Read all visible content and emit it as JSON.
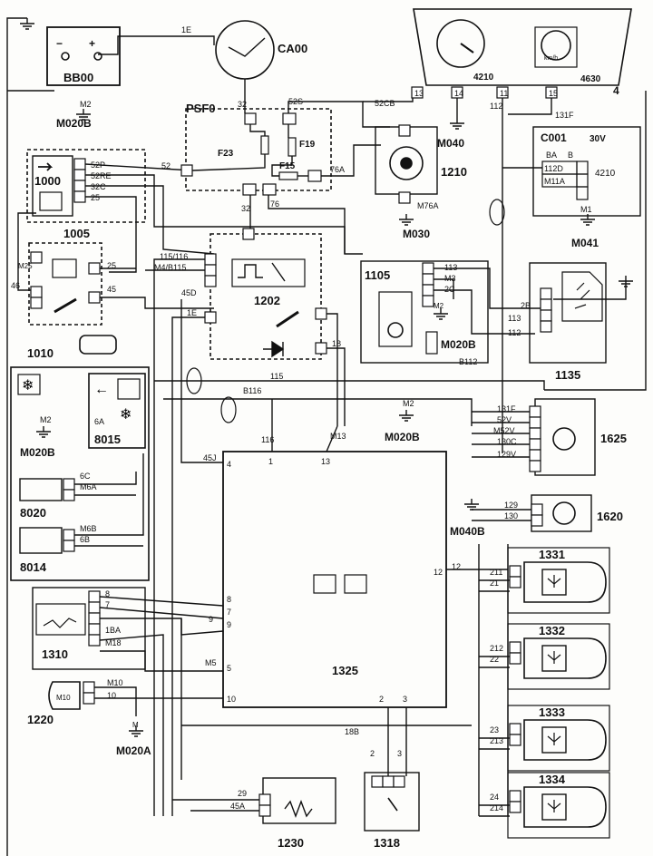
{
  "components": {
    "bb00": "BB00",
    "ca00": "CA00",
    "psf0": "PSF0",
    "m020b_top": "M020B",
    "c1000": "1000",
    "c1005": "1005",
    "c1010": "1010",
    "c8015": "8015",
    "m020b_left": "M020B",
    "c8020": "8020",
    "c8014": "8014",
    "c1310": "1310",
    "c1220": "1220",
    "m020a": "M020A",
    "c1230": "1230",
    "c1318": "1318",
    "c1325": "1325",
    "c1202": "1202",
    "c1105": "1105",
    "m020b_1105": "M020B",
    "c1135": "1135",
    "c1210": "1210",
    "m030": "M030",
    "m040": "M040",
    "c001": "C001",
    "c001_30v": "30V",
    "m041": "M041",
    "c4210": "4210",
    "c4630": "4630",
    "c4": "4",
    "m020b_mid": "M020B",
    "m040b": "M040B",
    "c1625": "1625",
    "c1620": "1620",
    "c1331": "1331",
    "c1332": "1332",
    "c1333": "1333",
    "c1334": "1334"
  },
  "fuses": {
    "f23": "F23",
    "f19": "F19",
    "f15": "F15"
  },
  "wires": {
    "w1e_top": "1E",
    "w32_ca": "32",
    "w52s": "52S",
    "w52cb": "52CB",
    "w13": "13",
    "w14": "14",
    "w11": "11",
    "w15": "15",
    "w112": "112",
    "w131f_top": "131F",
    "w52": "52",
    "w76a": "76A",
    "w76": "76",
    "w32_psf": "32",
    "w52p": "52P",
    "w52re": "52RE",
    "w32c": "32C",
    "w25_1000": "25",
    "w25": "25",
    "w45": "45",
    "w46": "46",
    "w_m25": "M25",
    "w115_116": "115/116",
    "w_m4_b115": "M4/B115",
    "w45d": "45D",
    "w1e_1202": "1E",
    "w18": "18",
    "w113": "113",
    "w_m3": "M3",
    "w2c": "2C",
    "w113b": "113",
    "w112b": "112",
    "w_b112": "B112",
    "w2b": "2B",
    "w_m76a": "M76A",
    "w112d": "112D",
    "w_m11a": "M11A",
    "w_ba": "BA",
    "w_b": "B",
    "w4210_c001": "4210",
    "w_m1": "M1",
    "w115": "115",
    "w_b116": "B116",
    "w116": "116",
    "w_m13": "M13",
    "w45j": "45J",
    "w_m2_a": "M2",
    "w_m2_b": "M2",
    "w_m2_c": "M2",
    "w_m2_d": "M2",
    "w_m_ground": "M",
    "w6a_8015": "6A",
    "w6c": "6C",
    "w_m6a": "M6A",
    "w_m6b": "M6B",
    "w6b": "6B",
    "w131f": "131F",
    "w52v": "52V",
    "w_m52v": "M52V",
    "w130c": "130C",
    "w129v": "129V",
    "w129": "129",
    "w130": "130",
    "w12": "12",
    "w211": "211",
    "w21": "21",
    "w212": "212",
    "w22": "22",
    "w23": "23",
    "w213": "213",
    "w24": "24",
    "w214": "214",
    "w1310_8": "8",
    "w1310_7": "7",
    "w1310_9": "9",
    "w_1ba": "1BA",
    "w_m18": "M18",
    "w_m5": "M5",
    "w_m10": "M10",
    "w10": "10",
    "w18b": "18B",
    "w2_1318": "2",
    "w3_1318": "3",
    "w29": "29",
    "w45a": "45A"
  },
  "pins": {
    "p1325_4": "4",
    "p1325_1": "1",
    "p1325_13": "13",
    "p1325_8": "8",
    "p1325_7": "7",
    "p1325_9": "9",
    "p1325_5": "5",
    "p1325_10": "10",
    "p1325_12": "12",
    "p1325_2": "2",
    "p1325_3": "3"
  },
  "gauge_unit": "km/h"
}
